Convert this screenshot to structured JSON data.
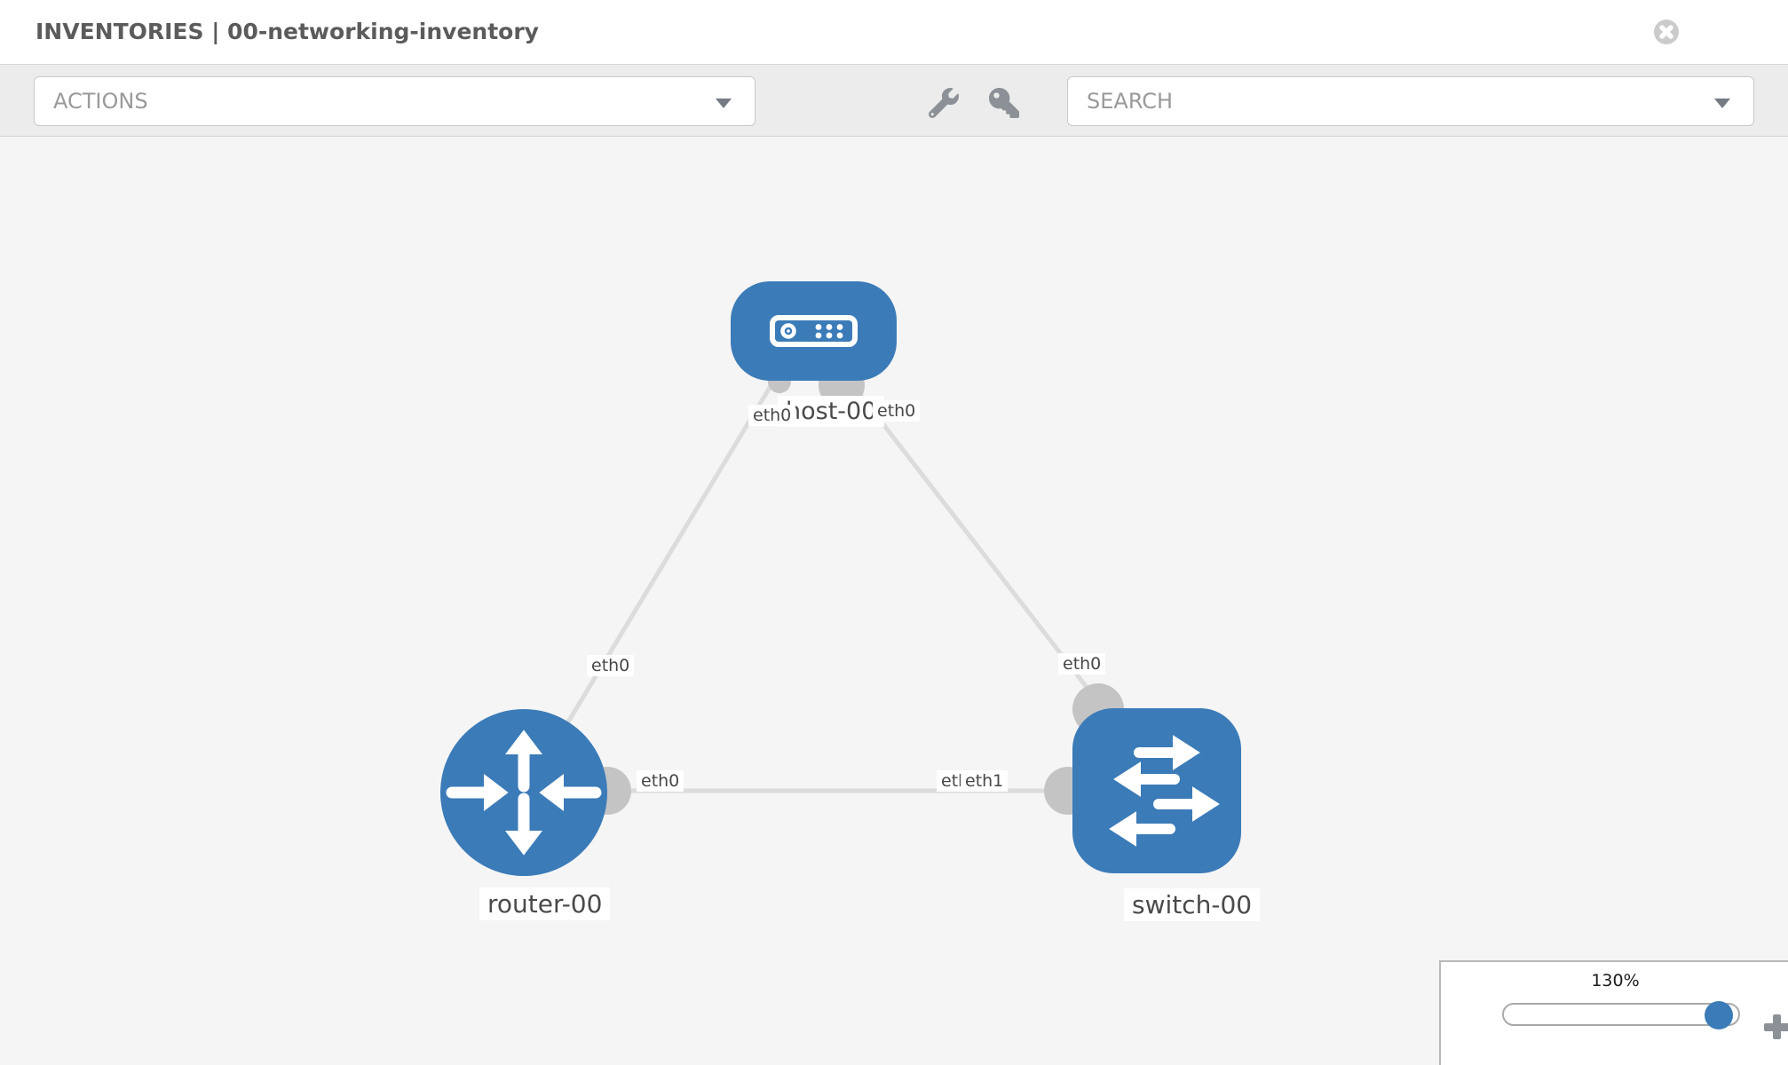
{
  "header": {
    "title": "INVENTORIES | 00-networking-inventory"
  },
  "toolbar": {
    "actions_label": "ACTIONS",
    "search_label": "SEARCH",
    "icons": [
      "wrench-icon",
      "key-icon"
    ]
  },
  "topology": {
    "nodes": [
      {
        "id": "host-00",
        "label": "host-00",
        "type": "host",
        "icon": "host-icon",
        "color": "#3b7bb8"
      },
      {
        "id": "router-00",
        "label": "router-00",
        "type": "router",
        "icon": "router-icon",
        "color": "#3b7bb8"
      },
      {
        "id": "switch-00",
        "label": "switch-00",
        "type": "switch",
        "icon": "switch-icon",
        "color": "#3b7bb8"
      }
    ],
    "links": [
      {
        "from": "host-00",
        "to": "router-00",
        "from_port": "eth0",
        "to_port": "eth0"
      },
      {
        "from": "host-00",
        "to": "switch-00",
        "from_port": "eth0",
        "to_port": "eth0"
      },
      {
        "from": "router-00",
        "to": "switch-00",
        "from_port": "eth0",
        "to_port": "eth1"
      }
    ],
    "port_labels": [
      {
        "text": "eth0"
      },
      {
        "text": "eth0"
      },
      {
        "text": "eth0"
      },
      {
        "text": "eth0"
      },
      {
        "text": "eth0"
      },
      {
        "text": "eth0"
      },
      {
        "text": "eth1"
      }
    ]
  },
  "zoom_control": {
    "value": "130%"
  },
  "colors": {
    "node_blue": "#3b7bb8",
    "link_gray": "#dcdcdc",
    "interface_gray": "#c4c4c4",
    "canvas_bg": "#f5f5f5",
    "toolbar_bg": "#ececec",
    "icon_gray": "#8b9196",
    "label_text": "#4a4a4a"
  }
}
